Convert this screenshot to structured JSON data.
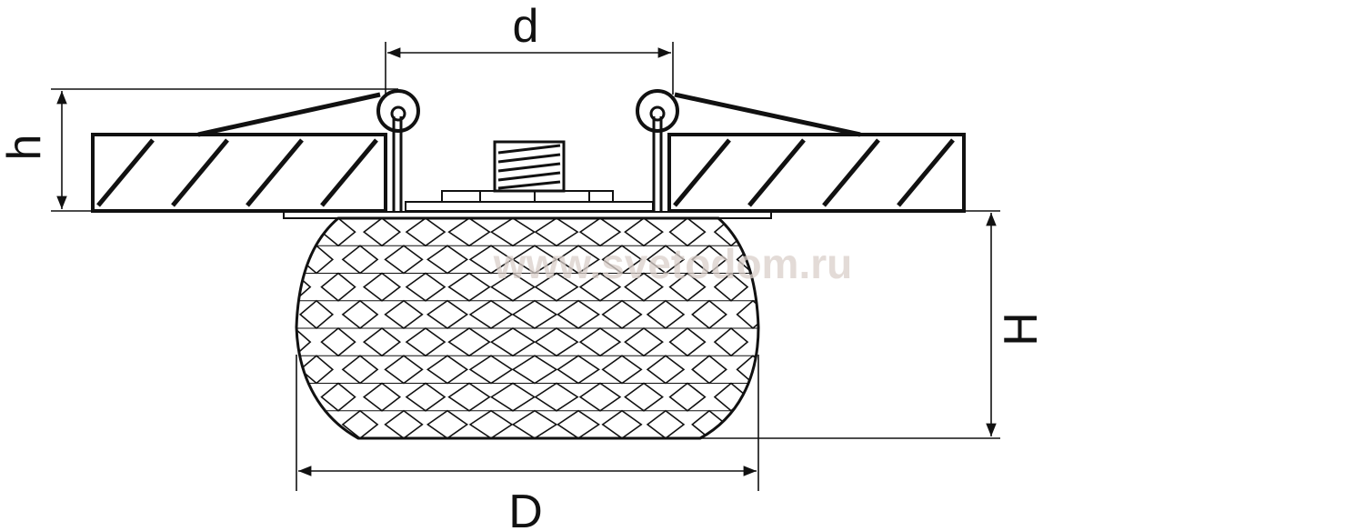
{
  "dimensions": {
    "d": "d",
    "D": "D",
    "h": "h",
    "H": "H"
  },
  "watermark": "www.svetodom.ru",
  "colors": {
    "line": "#111111",
    "watermark": "#d9cfc9",
    "background": "#ffffff"
  }
}
